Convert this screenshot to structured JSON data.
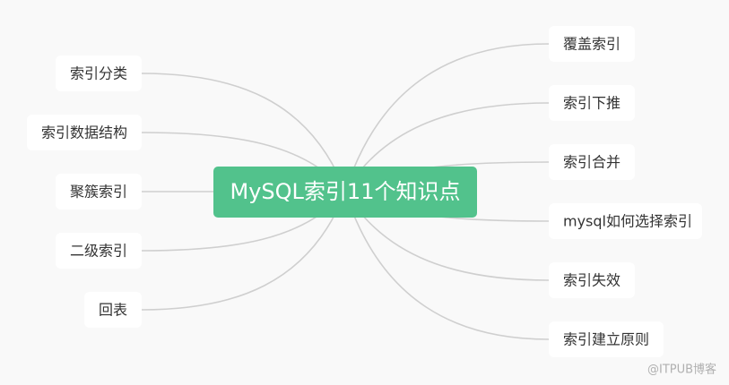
{
  "diagram": {
    "root": {
      "label": "MySQL索引11个知识点"
    },
    "left_branches": [
      {
        "label": "索引分类"
      },
      {
        "label": "索引数据结构"
      },
      {
        "label": "聚簇索引"
      },
      {
        "label": "二级索引"
      },
      {
        "label": "回表"
      }
    ],
    "right_branches": [
      {
        "label": "覆盖索引"
      },
      {
        "label": "索引下推"
      },
      {
        "label": "索引合并"
      },
      {
        "label": "mysql如何选择索引"
      },
      {
        "label": "索引失效"
      },
      {
        "label": "索引建立原则"
      }
    ]
  },
  "watermark": "@ITPUB博客",
  "colors": {
    "root_fill": "#52c28c",
    "root_text": "#ffffff",
    "node_fill": "#ffffff",
    "node_text": "#333333",
    "line": "#cfcfcf",
    "background": "#f9f9f9"
  }
}
